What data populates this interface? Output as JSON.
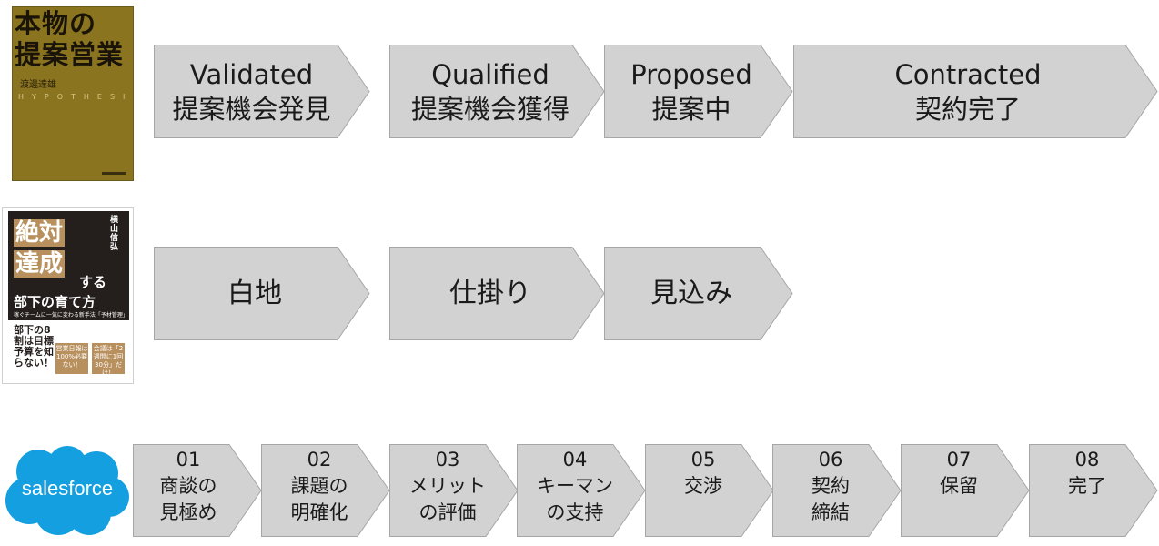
{
  "books": {
    "book1": {
      "title_line1": "本物の",
      "title_line2": "提案営業",
      "author": "渡邊達雄",
      "hypothesis": "HYPOTHESIS"
    },
    "book2": {
      "title_line1": "絶対",
      "title_line2": "達成",
      "title_suffix": "する",
      "title_line3": "部下の育て方",
      "tagline": "稼ぐチームに一気に変わる新手法「予材管理」",
      "author": "横山信弘",
      "side_text": "部下の8割は目標予算を知らない！",
      "box1": "営業日報は100%必要ない！",
      "box2": "会議は「2週間に1回30分」だけ！"
    },
    "salesforce": {
      "wordmark": "salesforce"
    }
  },
  "stages": {
    "row1": [
      {
        "en": "Validated",
        "ja": "提案機会発見"
      },
      {
        "en": "Qualified",
        "ja": "提案機会獲得"
      },
      {
        "en": "Proposed",
        "ja": "提案中"
      },
      {
        "en": "Contracted",
        "ja": "契約完了"
      }
    ],
    "row2": [
      {
        "ja": "白地"
      },
      {
        "ja": "仕掛り"
      },
      {
        "ja": "見込み"
      }
    ],
    "row3": [
      {
        "num": "01",
        "l1": "商談の",
        "l2": "見極め"
      },
      {
        "num": "02",
        "l1": "課題の",
        "l2": "明確化"
      },
      {
        "num": "03",
        "l1": "メリット",
        "l2": "の評価"
      },
      {
        "num": "04",
        "l1": "キーマン",
        "l2": "の支持"
      },
      {
        "num": "05",
        "l1": "交渉",
        "l2": ""
      },
      {
        "num": "06",
        "l1": "契約",
        "l2": "締結"
      },
      {
        "num": "07",
        "l1": "保留",
        "l2": ""
      },
      {
        "num": "08",
        "l1": "完了",
        "l2": ""
      }
    ]
  },
  "colors": {
    "chevron_fill": "#d2d2d2",
    "chevron_stroke": "#a6a6a6",
    "salesforce_blue": "#14a0e0",
    "book1_bg": "#8a7420",
    "book2_accent": "#b8905e"
  }
}
